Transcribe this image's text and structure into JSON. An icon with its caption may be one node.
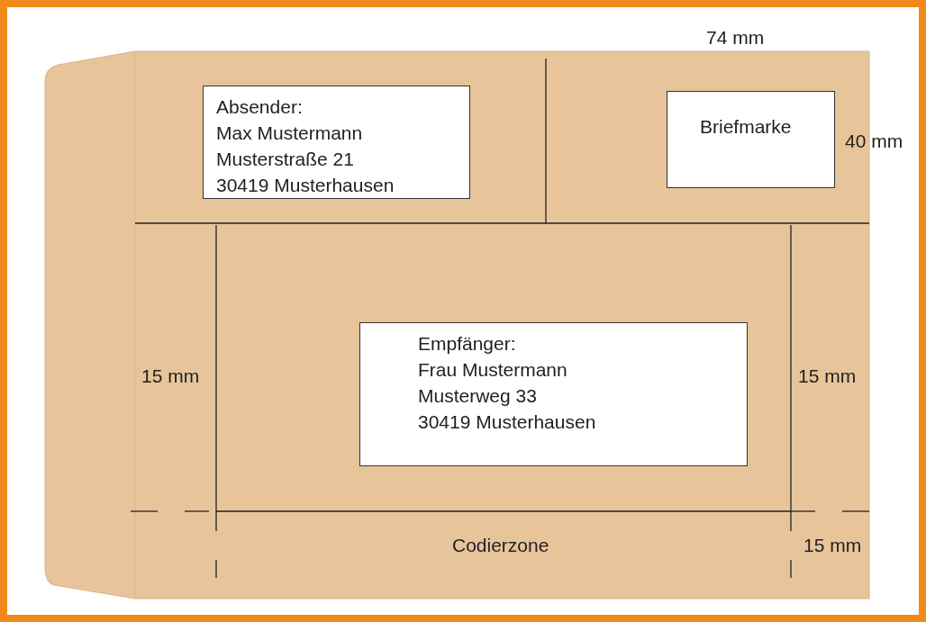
{
  "diagram": {
    "nodes": [
      {
        "text": [
          "Absender:",
          "Max Mustermann",
          "Musterstraße 21",
          "30419 Musterhausen"
        ]
      },
      {
        "text": [
          "Briefmarke"
        ]
      },
      {
        "text": [
          "Empfänger:",
          "Frau Mustermann",
          "Musterweg 33",
          "30419 Musterhausen"
        ]
      }
    ],
    "labels": [
      "74 mm",
      "40 mm",
      "15 mm",
      "15 mm",
      "Codierzone",
      "15 mm"
    ]
  }
}
